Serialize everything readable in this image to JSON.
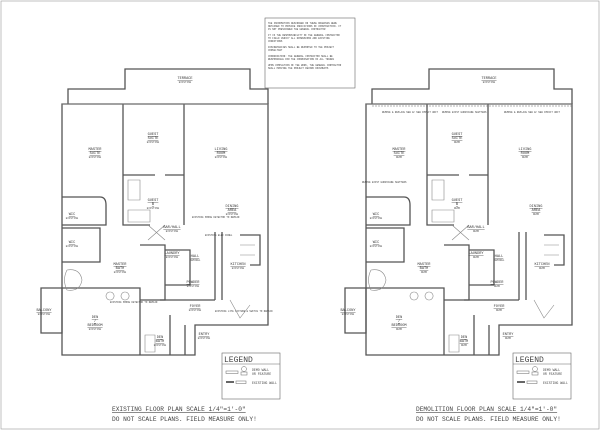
{
  "general_notes": [
    "THE INFORMATION DESCRIBED ON THESE DRAWINGS WERE OBTAINED TO PROVIDE INDICATIONS OF CONSTRUCTION. IT IS NOT PRESCRIBED THE GENERAL CONTRACTOR",
    "IT IS THE RESPONSIBILITY OF THE GENERAL CONTRACTOR TO FIELD VERIFY ALL DIMENSIONS AND EXISTING CONDITIONS",
    "DISCREPANCIES SHALL BE REPORTED TO THE PROJECT CONSULTANT",
    "COORDINATION: THE GENERAL CONTRACTOR SHALL BE RESPONSIBLE FOR THE COORDINATION OF ALL TRADES",
    "UPON COMPLETION OF THE WORK, THE GENERAL CONTRACTOR SHALL PROVIDE THE PROJECT RECORD DOCUMENTS"
  ],
  "plans": [
    {
      "title": "EXISTING FLOOR PLAN  SCALE 1/4\"=1'-0\"",
      "subtitle": "DO NOT SCALE PLANS. FIELD MEASURE ONLY!",
      "rooms": [
        {
          "name": "TERRACE",
          "status": "EXISTING"
        },
        {
          "name": "MASTER SUITE",
          "status": "EXISTING"
        },
        {
          "name": "GUEST SUITE",
          "status": "EXISTING"
        },
        {
          "name": "LIVING ROOM",
          "status": "EXISTING"
        },
        {
          "name": "GUEST B",
          "status": "EXISTING"
        },
        {
          "name": "DINING AREA",
          "status": "EXISTING"
        },
        {
          "name": "WIC",
          "status": "EXISTING"
        },
        {
          "name": "WIC",
          "status": "EXISTING"
        },
        {
          "name": "BAR/HALL",
          "status": "EXISTING"
        },
        {
          "name": "LAUNDRY",
          "status": "EXISTING"
        },
        {
          "name": "HALL",
          "status": "REMODEL"
        },
        {
          "name": "MASTER BATH",
          "status": "EXISTING"
        },
        {
          "name": "KITCHEN",
          "status": "EXISTING"
        },
        {
          "name": "POWDER",
          "status": "EXISTING"
        },
        {
          "name": "BALCONY",
          "status": "EXISTING"
        },
        {
          "name": "DEN / BEDROOM",
          "status": "EXISTING"
        },
        {
          "name": "FOYER",
          "status": "EXISTING"
        },
        {
          "name": "DEN BATH",
          "status": "EXISTING"
        },
        {
          "name": "ENTRY",
          "status": "EXISTING"
        }
      ],
      "notes": [
        "EXISTING SMOKE DETECTOR TO REMAIN",
        "EXISTING ELEC PANEL",
        "EXISTING SMOKE DETECTOR TO REMAIN",
        "EXISTING LITE FIXTURE & SWITCH TO REMAIN"
      ]
    },
    {
      "title": "DEMOLITION FLOOR PLAN  SCALE 1/4\"=1'-0\"",
      "subtitle": "DO NOT SCALE PLANS. FIELD MEASURE ONLY!",
      "rooms": [
        {
          "name": "TERRACE",
          "status": "EXISTING"
        },
        {
          "name": "MASTER SUITE",
          "status": "DEMO"
        },
        {
          "name": "GUEST SUITE",
          "status": "DEMO"
        },
        {
          "name": "LIVING ROOM",
          "status": "DEMO"
        },
        {
          "name": "GUEST B",
          "status": "DEMO"
        },
        {
          "name": "DINING AREA",
          "status": "DEMO"
        },
        {
          "name": "WIC",
          "status": "EXISTING"
        },
        {
          "name": "WIC",
          "status": "EXISTING"
        },
        {
          "name": "BAR/HALL",
          "status": "DEMO"
        },
        {
          "name": "LAUNDRY",
          "status": "DEMO"
        },
        {
          "name": "HALL",
          "status": "REMODEL"
        },
        {
          "name": "MASTER BATH",
          "status": "DEMO"
        },
        {
          "name": "KITCHEN",
          "status": "DEMO"
        },
        {
          "name": "POWDER",
          "status": "DEMO"
        },
        {
          "name": "BALCONY",
          "status": "EXISTING"
        },
        {
          "name": "DEN / BEDROOM",
          "status": "DEMO"
        },
        {
          "name": "FOYER",
          "status": "DEMO"
        },
        {
          "name": "DEN BATH",
          "status": "DEMO"
        },
        {
          "name": "ENTRY",
          "status": "DEMO"
        }
      ],
      "notes": [
        "REMOVE EXIST HURRICANE SHUTTERS",
        "REMOVE & REPLACE NEW W/ NEW IMPACT UNIT",
        "REMOVE EXIST HURRICANE SHUTTERS",
        "REMOVE & REPLACE NEW W/ NEW IMPACT UNIT"
      ]
    }
  ],
  "legend": {
    "title": "LEGEND",
    "demo": "DEMO WALL OR FEATURE",
    "existing": "EXISTING WALL"
  }
}
